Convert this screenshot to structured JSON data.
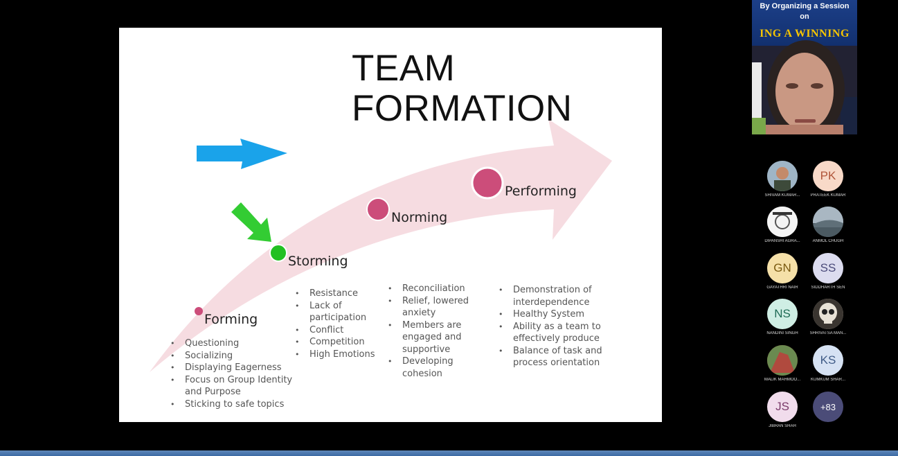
{
  "slide": {
    "title_line1": "TEAM",
    "title_line2": "FORMATION",
    "stages": [
      {
        "label": "Forming",
        "bullets": [
          "Questioning",
          "Socializing",
          "Displaying Eagerness",
          "Focus on Group Identity and Purpose",
          "Sticking to safe topics"
        ]
      },
      {
        "label": "Storming",
        "bullets": [
          "Resistance",
          "Lack of participation",
          "Conflict",
          "Competition",
          "High Emotions"
        ]
      },
      {
        "label": "Norming",
        "bullets": [
          "Reconciliation",
          "Relief, lowered anxiety",
          "Members are engaged and supportive",
          "Developing cohesion"
        ]
      },
      {
        "label": "Performing",
        "bullets": [
          "Demonstration of interdependence",
          "Healthy System",
          "Ability as a team to effectively produce",
          "Balance of task and process orientation"
        ]
      }
    ]
  },
  "video": {
    "banner_line1": "By Organizing a Session",
    "banner_line2": "on",
    "banner_line3": "ING A WINNING"
  },
  "participants": [
    {
      "initials": "",
      "name": "SHIVAM KUMAR...",
      "color": "#5a6b78"
    },
    {
      "initials": "PK",
      "name": "PRATEEK KUMAR",
      "color": "#f8d9c8",
      "text_color": "#b0553a"
    },
    {
      "initials": "",
      "name": "DIPANSHI AGRA...",
      "color": "#e9e9e9"
    },
    {
      "initials": "",
      "name": "ANMOL CHUGH",
      "color": "#6d7d8a"
    },
    {
      "initials": "GN",
      "name": "GAYATHRI NAIR",
      "color": "#f5e0a8",
      "text_color": "#7a5a10"
    },
    {
      "initials": "SS",
      "name": "SIDDHARTH SEN",
      "color": "#dcdcef",
      "text_color": "#4a4a7a"
    },
    {
      "initials": "NS",
      "name": "NANDINI SINGH",
      "color": "#cfeee4",
      "text_color": "#1f6b55"
    },
    {
      "initials": "",
      "name": "SHRIVATSA MAN...",
      "color": "#d8d2c6"
    },
    {
      "initials": "",
      "name": "MALIK MAHMOO...",
      "color": "#b04a3e"
    },
    {
      "initials": "KS",
      "name": "KUMKUM SHAR...",
      "color": "#d6e2f3",
      "text_color": "#3f5b86"
    },
    {
      "initials": "JS",
      "name": "JIBRAN SHAH",
      "color": "#f1dcec",
      "text_color": "#7a3a6a"
    },
    {
      "initials": "+83",
      "name": "",
      "color": "#4b4c78",
      "text_color": "#ffffff"
    }
  ],
  "colors": {
    "arrow_fill": "#f5d6dc",
    "dot_pink": "#cc4d7a",
    "dot_green": "#22c022",
    "blue_arrow": "#1aa3ea",
    "green_arrow": "#33cc33"
  }
}
